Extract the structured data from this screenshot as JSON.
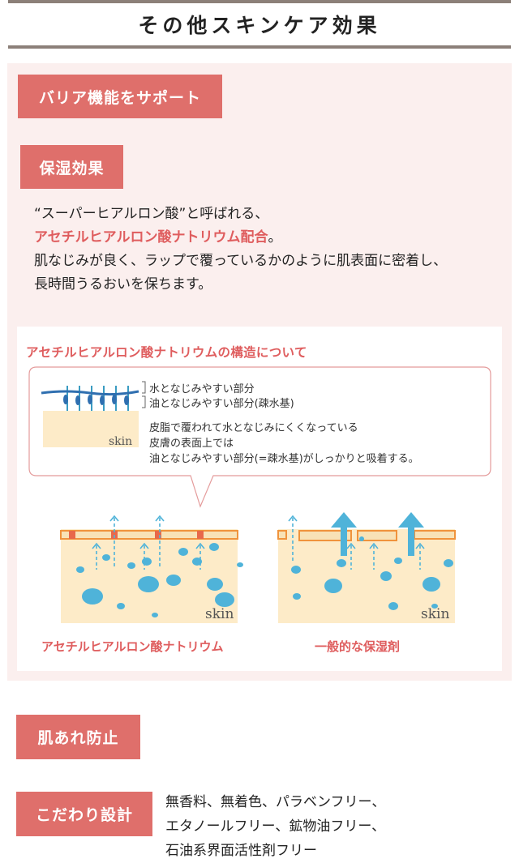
{
  "header": {
    "title": "その他スキンケア効果"
  },
  "sections": {
    "barrier": {
      "label": "バリア機能をサポート"
    },
    "moisture": {
      "label": "保湿効果",
      "line1": "“スーパーヒアルロン酸”と呼ばれる、",
      "line2_highlight": "アセチルヒアルロン酸ナトリウム配合",
      "line2_suffix": "。",
      "line3": "肌なじみが良く、ラップで覆っているかのように肌表面に密着し、",
      "line4": "長時間うるおいを保ちます。"
    },
    "figure": {
      "title": "アセチルヒアルロン酸ナトリウムの構造について",
      "legend_water": "水となじみやすい部分",
      "legend_oil": "油となじみやすい部分(疎水基)",
      "skin_label": "skin",
      "desc1": "皮脂で覆われて水となじみにくくなっている",
      "desc2": "皮膚の表面上では",
      "desc3": "油となじみやすい部分(=疎水基)がしっかりと吸着する。",
      "caption_left": "アセチルヒアルロン酸ナトリウム",
      "caption_right": "一般的な保湿剤",
      "colors": {
        "accent": "#df5d5e",
        "skin": "#fdebc8",
        "droplet": "#4fb3d9",
        "barrier": "#f0933c"
      }
    },
    "rough": {
      "label": "肌あれ防止"
    },
    "design": {
      "label": "こだわり設計",
      "line1": "無香料、無着色、パラベンフリー、",
      "line2": "エタノールフリー、鉱物油フリー、",
      "line3": "石油系界面活性剤フリー"
    }
  }
}
